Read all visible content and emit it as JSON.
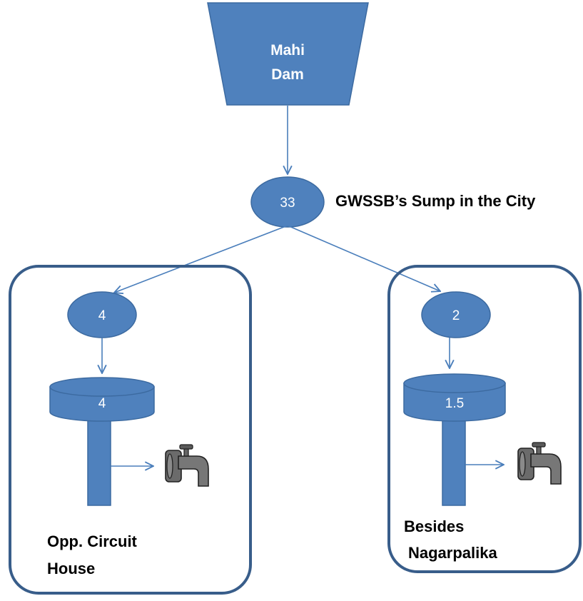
{
  "source": {
    "label_line1": "Mahi",
    "label_line2": "Dam"
  },
  "sump": {
    "value": "33",
    "label": "GWSSB’s Sump in the City"
  },
  "left_branch": {
    "node_value": "4",
    "tank_value": "4",
    "location_line1": "Opp. Circuit",
    "location_line2": "House"
  },
  "right_branch": {
    "node_value": "2",
    "tank_value": "1.5",
    "location_line1": "Besides",
    "location_line2": "Nagarpalika"
  },
  "icons": {
    "tap": "tap-icon"
  },
  "colors": {
    "shape_fill": "#4f81bd",
    "arrow": "#4a7ebb",
    "box_border": "#385d8a"
  }
}
